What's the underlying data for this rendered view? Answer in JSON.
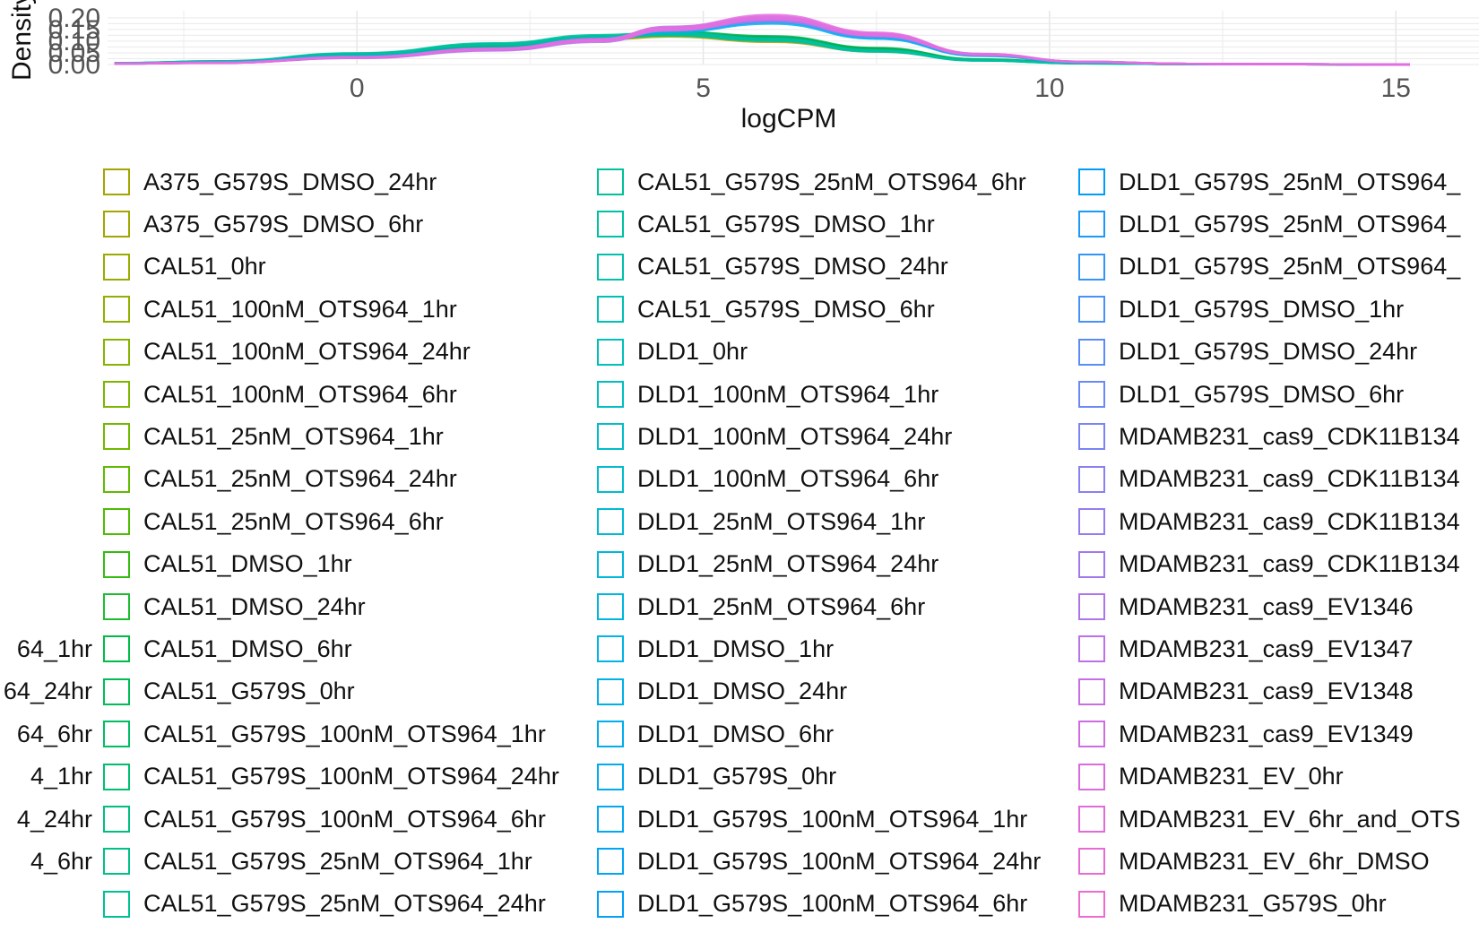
{
  "chart_data": {
    "type": "area",
    "xlabel": "logCPM",
    "ylabel": "Density",
    "xlim": [
      -3.6,
      16.2
    ],
    "ylim": [
      0.0,
      0.23
    ],
    "x_ticks": [
      0,
      5,
      10,
      15
    ],
    "x_tick_labels": [
      "0",
      "5",
      "10",
      "15"
    ],
    "y_ticks": [
      0.0,
      0.05,
      0.1,
      0.15,
      0.2
    ],
    "y_tick_labels": [
      "0.00",
      "0.05",
      "0.10",
      "0.15",
      "0.20"
    ],
    "grid": true,
    "legend_position": "bottom",
    "series_groups": [
      {
        "color": "#a3a500",
        "x": [
          -3.5,
          -2,
          0,
          2,
          3.5,
          4.5,
          6,
          7.5,
          9,
          10.5,
          12,
          15.2
        ],
        "y": [
          0.005,
          0.01,
          0.04,
          0.08,
          0.115,
          0.13,
          0.105,
          0.06,
          0.02,
          0.006,
          0.002,
          0.0
        ]
      },
      {
        "color": "#00b050",
        "x": [
          -3.5,
          -2,
          0,
          2,
          3.5,
          4.5,
          6,
          7.5,
          9,
          10.5,
          12,
          15.2
        ],
        "y": [
          0.005,
          0.012,
          0.045,
          0.085,
          0.12,
          0.14,
          0.12,
          0.07,
          0.022,
          0.006,
          0.002,
          0.0
        ]
      },
      {
        "color": "#00bfa0",
        "x": [
          -3.5,
          -2,
          0,
          2,
          3.5,
          4.5,
          6,
          7.5,
          9,
          10.5,
          12,
          15.2
        ],
        "y": [
          0.006,
          0.014,
          0.048,
          0.09,
          0.125,
          0.135,
          0.11,
          0.06,
          0.018,
          0.005,
          0.002,
          0.0
        ]
      },
      {
        "color": "#00b0f0",
        "x": [
          -3.5,
          -2,
          0,
          2,
          3.5,
          4.5,
          6,
          7.5,
          9,
          10.5,
          12,
          15.2
        ],
        "y": [
          0.004,
          0.01,
          0.035,
          0.07,
          0.11,
          0.15,
          0.19,
          0.12,
          0.04,
          0.01,
          0.003,
          0.0
        ]
      },
      {
        "color": "#9a7cf0",
        "x": [
          -3.5,
          -2,
          0,
          2,
          3.5,
          4.5,
          6,
          7.5,
          9,
          10.5,
          12,
          15.2
        ],
        "y": [
          0.004,
          0.008,
          0.03,
          0.065,
          0.105,
          0.16,
          0.2,
          0.13,
          0.045,
          0.012,
          0.003,
          0.0
        ]
      },
      {
        "color": "#e36ee0",
        "x": [
          -3.5,
          -2,
          0,
          2,
          3.5,
          4.5,
          6,
          7.5,
          9,
          10.5,
          12,
          15.2
        ],
        "y": [
          0.004,
          0.008,
          0.032,
          0.068,
          0.108,
          0.158,
          0.21,
          0.135,
          0.045,
          0.012,
          0.003,
          0.0
        ]
      }
    ],
    "legend_columns": [
      {
        "clipped_left": true,
        "entries": [
          {
            "label": "64_1hr",
            "color": "#8fa800"
          },
          {
            "label": "64_24hr",
            "color": "#8fa800"
          },
          {
            "label": "64_6hr",
            "color": "#8fa800"
          },
          {
            "label": "4_1hr",
            "color": "#8fa800"
          },
          {
            "label": "4_24hr",
            "color": "#8fa800"
          },
          {
            "label": "4_6hr",
            "color": "#8fa800"
          }
        ]
      },
      {
        "entries": [
          {
            "label": "A375_G579S_DMSO_24hr",
            "color": "#a3a500"
          },
          {
            "label": "A375_G579S_DMSO_6hr",
            "color": "#a3a500"
          },
          {
            "label": "CAL51_0hr",
            "color": "#9aab00"
          },
          {
            "label": "CAL51_100nM_OTS964_1hr",
            "color": "#90b000"
          },
          {
            "label": "CAL51_100nM_OTS964_24hr",
            "color": "#86b300"
          },
          {
            "label": "CAL51_100nM_OTS964_6hr",
            "color": "#7cb600"
          },
          {
            "label": "CAL51_25nM_OTS964_1hr",
            "color": "#6fb900"
          },
          {
            "label": "CAL51_25nM_OTS964_24hr",
            "color": "#5fbb00"
          },
          {
            "label": "CAL51_25nM_OTS964_6hr",
            "color": "#4cbd00"
          },
          {
            "label": "CAL51_DMSO_1hr",
            "color": "#35bc10"
          },
          {
            "label": "CAL51_DMSO_24hr",
            "color": "#1dbc30"
          },
          {
            "label": "CAL51_DMSO_6hr",
            "color": "#00bb45"
          },
          {
            "label": "CAL51_G579S_0hr",
            "color": "#00bc55"
          },
          {
            "label": "CAL51_G579S_100nM_OTS964_1hr",
            "color": "#00bd63"
          },
          {
            "label": "CAL51_G579S_100nM_OTS964_24hr",
            "color": "#00be70"
          },
          {
            "label": "CAL51_G579S_100nM_OTS964_6hr",
            "color": "#00bf7c"
          },
          {
            "label": "CAL51_G579S_25nM_OTS964_1hr",
            "color": "#00c087"
          },
          {
            "label": "CAL51_G579S_25nM_OTS964_24hr",
            "color": "#00c191"
          }
        ]
      },
      {
        "entries": [
          {
            "label": "CAL51_G579S_25nM_OTS964_6hr",
            "color": "#00c19a"
          },
          {
            "label": "CAL51_G579S_DMSO_1hr",
            "color": "#00c1a3"
          },
          {
            "label": "CAL51_G579S_DMSO_24hr",
            "color": "#00c1ab"
          },
          {
            "label": "CAL51_G579S_DMSO_6hr",
            "color": "#00c0b3"
          },
          {
            "label": "DLD1_0hr",
            "color": "#00c0bb"
          },
          {
            "label": "DLD1_100nM_OTS964_1hr",
            "color": "#00bfc2"
          },
          {
            "label": "DLD1_100nM_OTS964_24hr",
            "color": "#00bdc9"
          },
          {
            "label": "DLD1_100nM_OTS964_6hr",
            "color": "#00bccf"
          },
          {
            "label": "DLD1_25nM_OTS964_1hr",
            "color": "#00bad5"
          },
          {
            "label": "DLD1_25nM_OTS964_24hr",
            "color": "#00b8db"
          },
          {
            "label": "DLD1_25nM_OTS964_6hr",
            "color": "#00b6e0"
          },
          {
            "label": "DLD1_DMSO_1hr",
            "color": "#00b4e5"
          },
          {
            "label": "DLD1_DMSO_24hr",
            "color": "#00b1e9"
          },
          {
            "label": "DLD1_DMSO_6hr",
            "color": "#00aeed"
          },
          {
            "label": "DLD1_G579S_0hr",
            "color": "#00abf0"
          },
          {
            "label": "DLD1_G579S_100nM_OTS964_1hr",
            "color": "#00a8f3"
          },
          {
            "label": "DLD1_G579S_100nM_OTS964_24hr",
            "color": "#00a5f5"
          },
          {
            "label": "DLD1_G579S_100nM_OTS964_6hr",
            "color": "#00a1f7"
          }
        ]
      },
      {
        "entries": [
          {
            "label": "DLD1_G579S_25nM_OTS964_",
            "color": "#009df8"
          },
          {
            "label": "DLD1_G579S_25nM_OTS964_",
            "color": "#1a99f9"
          },
          {
            "label": "DLD1_G579S_25nM_OTS964_",
            "color": "#3295f9"
          },
          {
            "label": "DLD1_G579S_DMSO_1hr",
            "color": "#4891f9"
          },
          {
            "label": "DLD1_G579S_DMSO_24hr",
            "color": "#5a8cf8"
          },
          {
            "label": "DLD1_G579S_DMSO_6hr",
            "color": "#6a88f7"
          },
          {
            "label": "MDAMB231_cas9_CDK11B134",
            "color": "#7a84f5"
          },
          {
            "label": "MDAMB231_cas9_CDK11B134",
            "color": "#8880f3"
          },
          {
            "label": "MDAMB231_cas9_CDK11B134",
            "color": "#967cf0"
          },
          {
            "label": "MDAMB231_cas9_CDK11B134",
            "color": "#a378ed"
          },
          {
            "label": "MDAMB231_cas9_EV1346",
            "color": "#af74ea"
          },
          {
            "label": "MDAMB231_cas9_EV1347",
            "color": "#bb71e7"
          },
          {
            "label": "MDAMB231_cas9_EV1348",
            "color": "#c66ee4"
          },
          {
            "label": "MDAMB231_cas9_EV1349",
            "color": "#d06ce1"
          },
          {
            "label": "MDAMB231_EV_0hr",
            "color": "#d96bdd"
          },
          {
            "label": "MDAMB231_EV_6hr_and_OTS",
            "color": "#e16bd9"
          },
          {
            "label": "MDAMB231_EV_6hr_DMSO",
            "color": "#e86bd4"
          },
          {
            "label": "MDAMB231_G579S_0hr",
            "color": "#ee6ccf"
          }
        ]
      }
    ]
  }
}
